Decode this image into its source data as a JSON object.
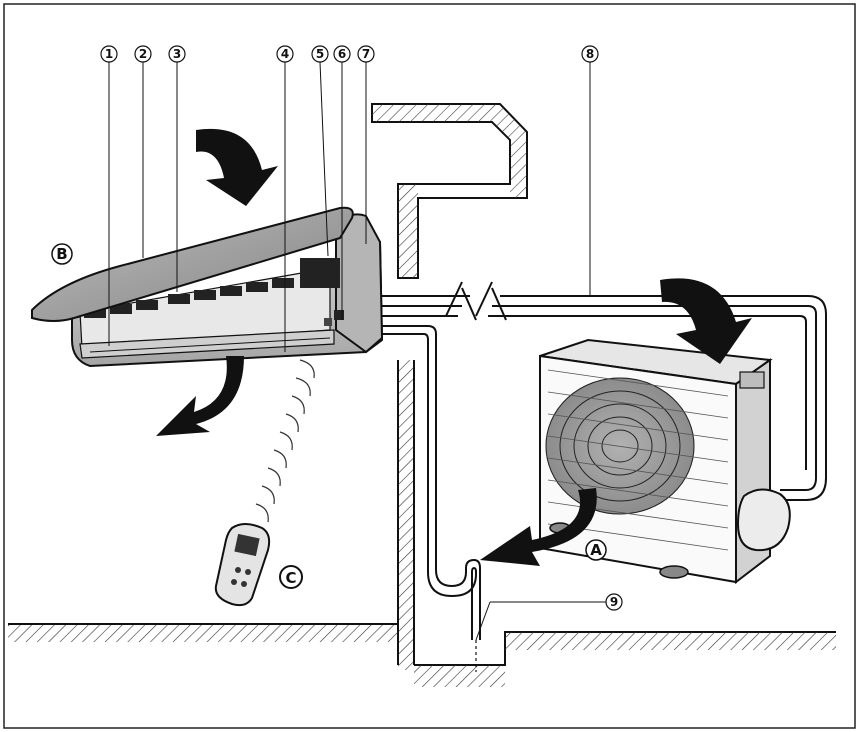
{
  "callouts": [
    {
      "label": "1"
    },
    {
      "label": "2"
    },
    {
      "label": "3"
    },
    {
      "label": "4"
    },
    {
      "label": "5"
    },
    {
      "label": "6"
    },
    {
      "label": "7"
    },
    {
      "label": "8"
    },
    {
      "label": "9"
    }
  ],
  "parts": {
    "outdoor_unit": "A",
    "indoor_unit": "B",
    "remote_control": "C"
  },
  "colors": {
    "ink": "#111111",
    "unit_body": "#c9c9c9",
    "unit_shade": "#8a8a8a",
    "background": "#ffffff"
  }
}
